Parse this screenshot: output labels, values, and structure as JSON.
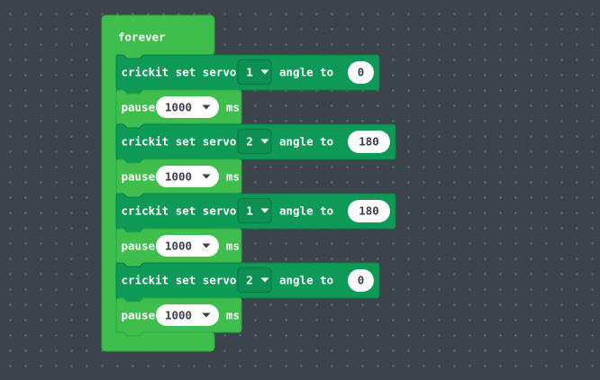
{
  "workspace": {
    "background_color": "#3b434b",
    "grid_dot_color": "#5b646e"
  },
  "palette": {
    "loops_green": "#3fbe4d",
    "crickit_green": "#0d9956",
    "dropdown_fill": "#0c9152",
    "field_fill": "#ffffff",
    "field_text": "#3c3c4c",
    "block_text": "#ffffff"
  },
  "forever_block": {
    "label": "forever"
  },
  "crickit_labels": {
    "prefix": "crickit set servo",
    "infix": "angle to"
  },
  "pause_labels": {
    "label": "pause",
    "unit": "ms"
  },
  "rows": [
    {
      "block": "crickit set servo",
      "servo": "1",
      "angle": "0"
    },
    {
      "block": "pause",
      "duration": "1000"
    },
    {
      "block": "crickit set servo",
      "servo": "2",
      "angle": "180"
    },
    {
      "block": "pause",
      "duration": "1000"
    },
    {
      "block": "crickit set servo",
      "servo": "1",
      "angle": "180"
    },
    {
      "block": "pause",
      "duration": "1000"
    },
    {
      "block": "crickit set servo",
      "servo": "2",
      "angle": "0"
    },
    {
      "block": "pause",
      "duration": "1000"
    }
  ]
}
